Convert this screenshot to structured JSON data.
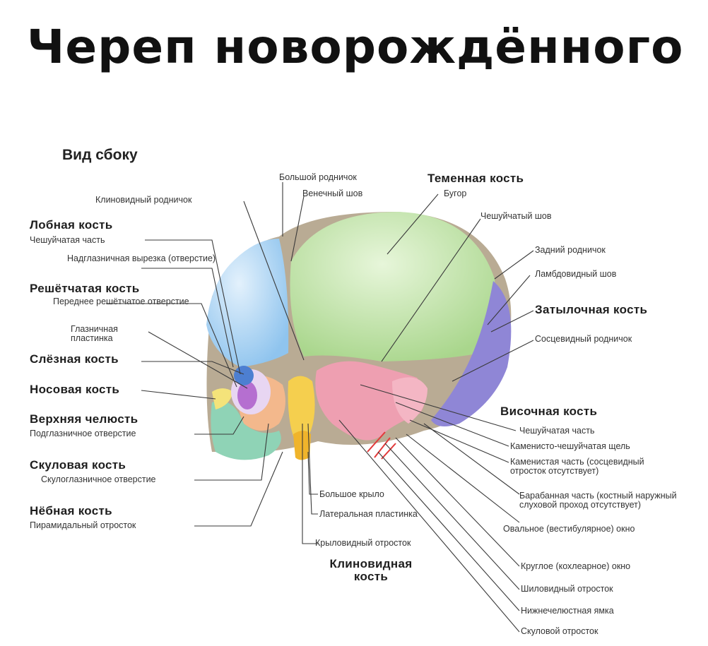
{
  "title": "Череп новорождённого",
  "subtitle": "Вид сбоку",
  "labels": {
    "bolshoy_rodnichok": "Большой родничок",
    "venechny_shov": "Венечный шов",
    "klinovidny_rodnichok": "Клиновидный родничок",
    "temennaya_kost": "Теменная кость",
    "bugor": "Бугор",
    "cheshuychaty_shov": "Чешуйчатый шов",
    "zadny_rodnichok": "Задний родничок",
    "lambdovidny_shov": "Ламбдовидный шов",
    "zatylochnaya_kost": "Затылочная кость",
    "sostsevidny_rodnichok": "Сосцевидный родничок",
    "lobnaya_kost": "Лобная кость",
    "lobnaya_cheshuychataya": "Чешуйчатая часть",
    "nadglaznichnaya": "Надглазничная вырезка (отверстие)",
    "reshetchataya_kost": "Решётчатая кость",
    "perednee_reshetchatoe": "Переднее решётчатое отверстие",
    "glaznichnaya_plastinka": "Глазничная пластинка",
    "sleznaya_kost": "Слёзная кость",
    "nosovaya_kost": "Носовая кость",
    "verkhnyaya_chelyust": "Верхняя челюсть",
    "podglaznichnoe": "Подглазничное отверстие",
    "skulovaya_kost": "Скуловая кость",
    "skulovoglaznichnoe": "Скулоглазничное отверстие",
    "nebnaya_kost": "Нёбная кость",
    "piramidalny": "Пирамидальный отросток",
    "bolshoe_krylo": "Большое крыло",
    "latinskaya_plastinka": "Латеральная пластинка",
    "kryloviy_otrostok": "Крыловидный отросток",
    "klinovidnaya_kost": "Клиновидная кость",
    "visochnaya_kost": "Височная кость",
    "v_cheshuychataya": "Чешуйчатая часть",
    "kamenisto_cheshuychaty": "Каменисто-чешуйчатая щель",
    "kamenistaya_chast": "Каменистая часть (сосцевидный отросток отсутствует)",
    "barabannaya_chast": "Барабанная часть (костный наружный слуховой проход отсутствует)",
    "ovalnoe": "Овальное (вестибулярное) окно",
    "krugloe": "Круглое (кохлеарное) окно",
    "shilovidny": "Шиловидный отросток",
    "nizhnechelyustnaya": "Нижнечелюстная ямка",
    "skulovoy_otrostok": "Скуловой отросток"
  },
  "colors": {
    "parietal": "#a9d68c",
    "frontal": "#a9d3f3",
    "occipital": "#8f86d6",
    "temporal": "#ee9fb1",
    "sphenoid": "#f5cf4e",
    "zygomatic": "#f3b88c",
    "maxilla": "#8fd3b6",
    "ethmoid": "#b56fd0",
    "lacrimal": "#4d7fd1",
    "suture": "#b9ab94"
  }
}
